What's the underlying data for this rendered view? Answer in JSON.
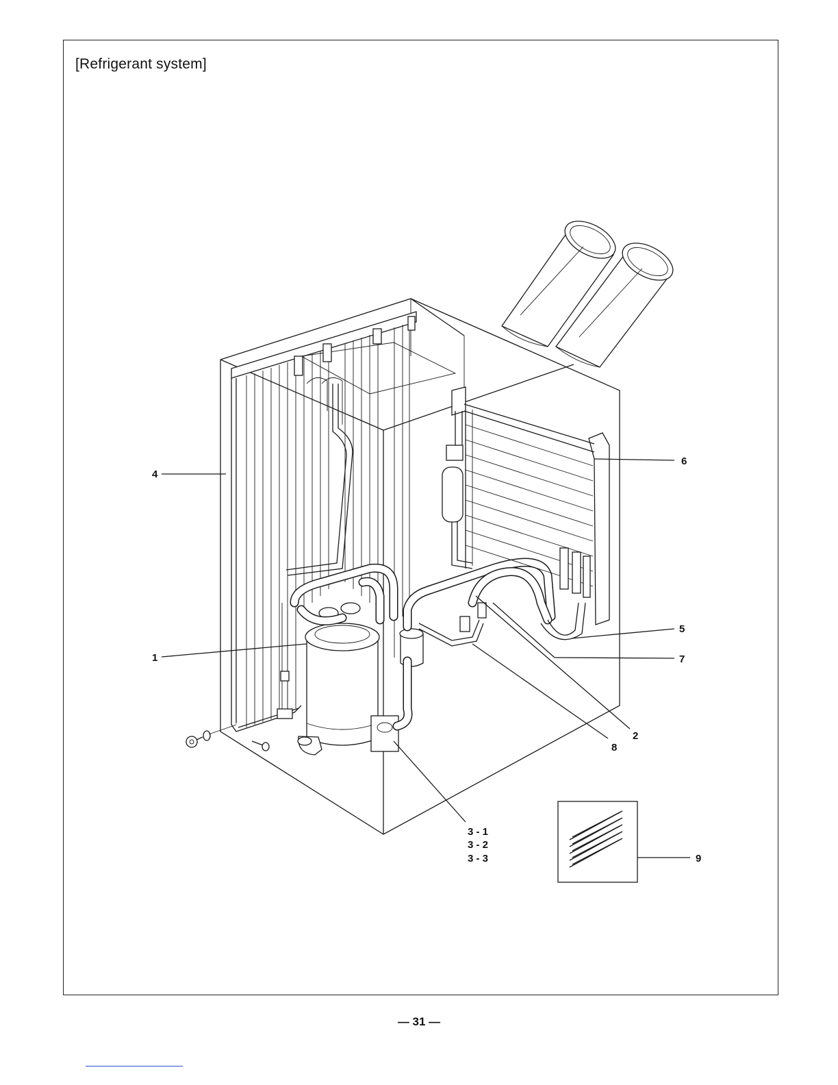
{
  "title": "[Refrigerant  system]",
  "callouts": {
    "c1": "1",
    "c2": "2",
    "c3a": "3 - 1",
    "c3b": "3 - 2",
    "c3c": "3 - 3",
    "c4": "4",
    "c5": "5",
    "c6": "6",
    "c7": "7",
    "c8": "8",
    "c9": "9"
  },
  "page_number": "— 31 —"
}
